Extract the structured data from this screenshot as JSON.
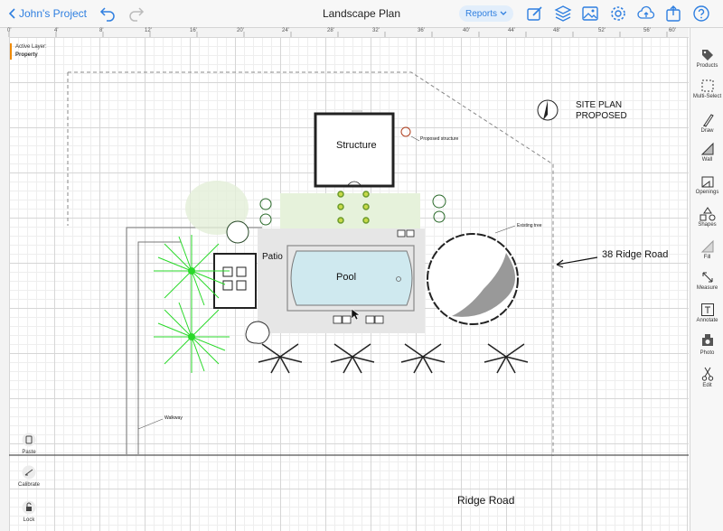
{
  "header": {
    "back_label": "John's Project",
    "title": "Landscape Plan",
    "reports_label": "Reports"
  },
  "ruler": {
    "ticks": [
      "0'",
      "4'",
      "8'",
      "12'",
      "16'",
      "20'",
      "24'",
      "28'",
      "32'",
      "36'",
      "40'",
      "44'",
      "48'",
      "52'",
      "56'",
      "60'"
    ]
  },
  "layer": {
    "caption": "Active Layer:",
    "name": "Property"
  },
  "sidebar_right": {
    "items": [
      {
        "label": "Products",
        "icon": "tag-icon"
      },
      {
        "label": "Multi-Select",
        "icon": "multi-select-icon"
      },
      {
        "label": "Draw",
        "icon": "pencil-icon"
      },
      {
        "label": "Wall",
        "icon": "wall-icon"
      },
      {
        "label": "Openings",
        "icon": "openings-icon"
      },
      {
        "label": "Shapes",
        "icon": "shapes-icon"
      },
      {
        "label": "Fill",
        "icon": "fill-icon"
      },
      {
        "label": "Measure",
        "icon": "measure-icon"
      },
      {
        "label": "Annotate",
        "icon": "text-icon"
      },
      {
        "label": "Photo",
        "icon": "camera-icon"
      },
      {
        "label": "Edit",
        "icon": "scissors-icon"
      }
    ]
  },
  "sidebar_left": {
    "items": [
      {
        "label": "Paste",
        "icon": "paste-icon"
      },
      {
        "label": "Calibrate",
        "icon": "calibrate-icon"
      },
      {
        "label": "Lock",
        "icon": "lock-icon"
      }
    ]
  },
  "plan": {
    "structure_label": "Structure",
    "structure_note": "Proposed structure",
    "pool_label": "Pool",
    "patio_label": "Patio",
    "existing_tree_note": "Existing tree",
    "walkway_note": "Walkway",
    "site_plan_line1": "SITE PLAN",
    "site_plan_line2": "PROPOSED",
    "address_label": "38 Ridge Road",
    "road_label": "Ridge Road"
  }
}
